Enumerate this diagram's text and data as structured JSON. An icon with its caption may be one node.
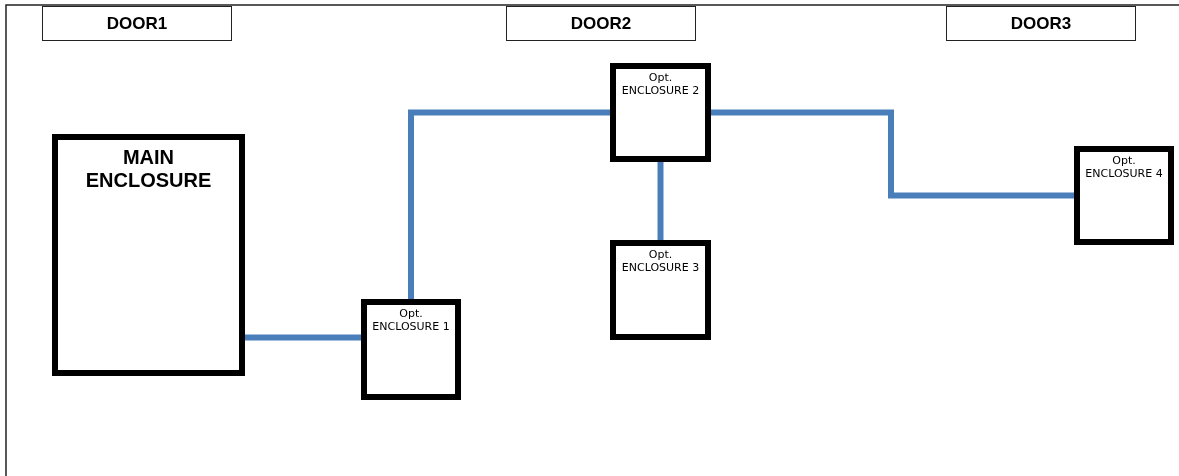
{
  "diagram": {
    "nodes": [
      {
        "text": [
          "DOOR1"
        ]
      },
      {
        "text": [
          "DOOR2"
        ]
      },
      {
        "text": [
          "DOOR3"
        ]
      },
      {
        "text": [
          "MAIN ENCLOSURE"
        ]
      },
      {
        "text": [
          "Opt. ENCLOSURE 1"
        ]
      },
      {
        "text": [
          "Opt. ENCLOSURE 2"
        ]
      },
      {
        "text": [
          "Opt. ENCLOSURE 3"
        ]
      },
      {
        "text": [
          "Opt. ENCLOSURE 4"
        ]
      }
    ],
    "edges": [
      {
        "from": 3,
        "to": 4,
        "arrow": "none"
      },
      {
        "from": 4,
        "to": 5,
        "arrow": "none"
      },
      {
        "from": 5,
        "to": 6,
        "arrow": "none"
      },
      {
        "from": 5,
        "to": 7,
        "arrow": "none"
      }
    ]
  }
}
